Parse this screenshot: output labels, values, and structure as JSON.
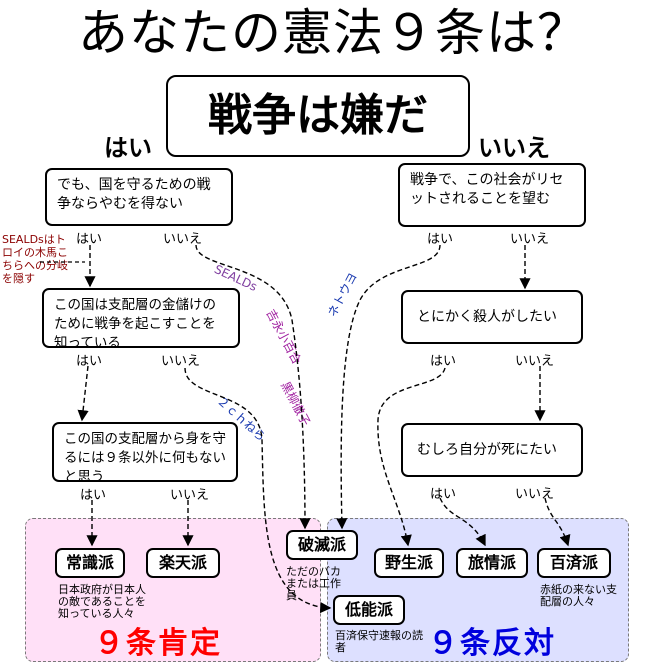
{
  "title": "あなたの憲法９条は？",
  "main_question": "戦争は嫌だ",
  "main_yes": "はい",
  "main_no": "いいえ",
  "left": {
    "q1": {
      "text": "でも、国を守るための戦争ならやむを得ない",
      "yes": "はい",
      "no": "いいえ"
    },
    "q2": {
      "text": "この国は支配層の金儲けのために戦争を起こすことを知っている",
      "yes": "はい",
      "no": "いいえ"
    },
    "q3": {
      "text": "この国の支配層から身を守るには９条以外に何もないと思う",
      "yes": "はい",
      "no": "いいえ"
    }
  },
  "right": {
    "q1": {
      "text": "戦争で、この社会がリセットされることを望む",
      "yes": "はい",
      "no": "いいえ"
    },
    "q2": {
      "text": "とにかく殺人がしたい",
      "yes": "はい",
      "no": "いいえ"
    },
    "q3": {
      "text": "むしろ自分が死にたい",
      "yes": "はい",
      "no": "いいえ"
    }
  },
  "side_note": "SEALDsはトロイの木馬こちらへの分岐を隠す",
  "path_labels": {
    "seals": "SEALDs",
    "yoshida": "吉永小百合",
    "kuroyanagi": "黒柳徹子",
    "twoch": "２ｃｈねら",
    "nettouyo": "ネトウヨ"
  },
  "leaves": {
    "joshiki": "常識派",
    "rakuten": "楽天派",
    "hametsu": "破滅派",
    "nonou": "低能派",
    "yasei": "野生派",
    "ryojou": "旅情派",
    "hyakusai": "百済派"
  },
  "notes": {
    "joshiki": "日本政府が日本人の敵であることを知っている人々",
    "hametsu": "ただのバカまたは工作員",
    "nonou": "百済保守速報の読者",
    "hyakusai": "赤紙の来ない支配層の人々"
  },
  "verdict_left": "９条肯定",
  "verdict_right": "９条反対",
  "colors": {
    "pink_region": "#ffe0f7",
    "blue_region": "#dde0ff",
    "side_note": "#8b0000",
    "yoshida": "#a020a0",
    "kuroyanagi": "#a020a0",
    "seals": "#8040a0",
    "twoch": "#1a3ab0",
    "nettouyo": "#1a3ab0",
    "verdict_left": "#ff0000",
    "verdict_right": "#0000dd"
  }
}
